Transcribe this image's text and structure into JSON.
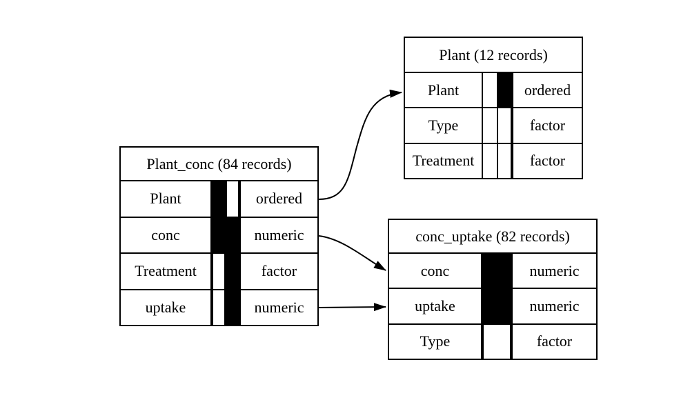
{
  "diagram_type": "data-model-diagram",
  "colors": {
    "line": "#000000",
    "background": "#ffffff",
    "key_fill": "#000000"
  },
  "tables": [
    {
      "title": "Plant_conc (84 records)",
      "rows": [
        {
          "name": "Plant",
          "type": "ordered",
          "key_cells": [
            "filled",
            "empty"
          ]
        },
        {
          "name": "conc",
          "type": "numeric",
          "key_cells": [
            "filled",
            "filled"
          ]
        },
        {
          "name": "Treatment",
          "type": "factor",
          "key_cells": [
            "empty",
            "filled"
          ]
        },
        {
          "name": "uptake",
          "type": "numeric",
          "key_cells": [
            "empty",
            "filled"
          ]
        }
      ]
    },
    {
      "title": "Plant (12 records)",
      "rows": [
        {
          "name": "Plant",
          "type": "ordered",
          "key_cells": [
            "none",
            "filled"
          ]
        },
        {
          "name": "Type",
          "type": "factor",
          "key_cells": [
            "none",
            "empty"
          ]
        },
        {
          "name": "Treatment",
          "type": "factor",
          "key_cells": [
            "none",
            "empty"
          ]
        }
      ]
    },
    {
      "title": "conc_uptake (82 records)",
      "rows": [
        {
          "name": "conc",
          "type": "numeric",
          "key_cells": [
            "filled"
          ]
        },
        {
          "name": "uptake",
          "type": "numeric",
          "key_cells": [
            "filled"
          ]
        },
        {
          "name": "Type",
          "type": "factor",
          "key_cells": [
            "empty"
          ]
        }
      ]
    }
  ],
  "relations": [
    {
      "from_table": "Plant_conc",
      "from_column": "Plant",
      "to_table": "Plant",
      "to_column": "Plant"
    },
    {
      "from_table": "Plant_conc",
      "from_column": "conc",
      "to_table": "conc_uptake",
      "to_column": "conc"
    },
    {
      "from_table": "Plant_conc",
      "from_column": "uptake",
      "to_table": "conc_uptake",
      "to_column": "uptake"
    }
  ]
}
